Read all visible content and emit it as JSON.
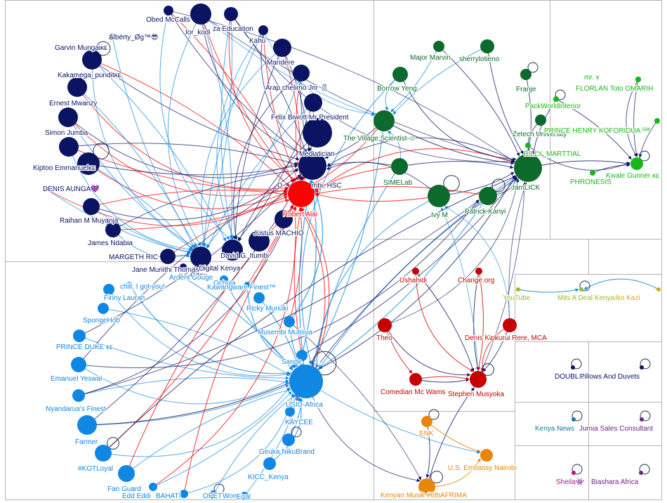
{
  "colors": {
    "navy": "#0b1462",
    "red": "#ff0000",
    "blue": "#1088e3",
    "green": "#0c6b2c",
    "lime": "#19b719",
    "darkred": "#c70000",
    "orange": "#e8860c",
    "teal": "#0d7aa6",
    "yellow": "#d4a90c",
    "olive": "#99bb22",
    "purple": "#6b2488",
    "magenta": "#c0157c"
  },
  "nodes": [
    {
      "id": "obed",
      "label": "Obed McCalls",
      "group": "navy"
    },
    {
      "id": "ior",
      "label": "Ior_kodi",
      "group": "navy"
    },
    {
      "id": "kenyaedu",
      "label": "za Education",
      "group": "navy"
    },
    {
      "id": "alberty",
      "label": "Älbërty_Øg™😎",
      "group": "navy"
    },
    {
      "id": "garvin",
      "label": "Garvin Mungaiᴋᴇ",
      "group": "navy"
    },
    {
      "id": "kahu",
      "label": "Kahu",
      "group": "navy"
    },
    {
      "id": "kakamega",
      "label": "Kakamega_punditᴋᴇ",
      "group": "navy"
    },
    {
      "id": "mandere",
      "label": "Mandere",
      "group": "navy"
    },
    {
      "id": "arap",
      "label": "Arap chelimo Jnr 🎗",
      "group": "navy"
    },
    {
      "id": "ernest",
      "label": "Ernest Mwanzy",
      "group": "navy"
    },
    {
      "id": "felix",
      "label": "Felix Biwott Mr President",
      "group": "navy"
    },
    {
      "id": "simon",
      "label": "Simon Jumba",
      "group": "navy"
    },
    {
      "id": "mediatician",
      "label": "Mediatician",
      "group": "navy"
    },
    {
      "id": "kiptoo",
      "label": "Kiptoo Emmanuelᴋᴇ",
      "group": "navy"
    },
    {
      "id": "itumbihsc",
      "label": "D",
      "group": "navy"
    },
    {
      "id": "itumbihsc2",
      "label": "mbi, HSC",
      "group": "navy"
    },
    {
      "id": "denis",
      "label": "DENIS AUNGA💜",
      "group": "navy"
    },
    {
      "id": "robert",
      "label": "Robert Alai",
      "group": "red"
    },
    {
      "id": "raihan",
      "label": "Raihan M Muyanja",
      "group": "navy"
    },
    {
      "id": "justus",
      "label": "Justus MACHIO",
      "group": "navy"
    },
    {
      "id": "james",
      "label": "James Ndabia",
      "group": "navy"
    },
    {
      "id": "david",
      "label": "David G. Itumbi",
      "group": "navy"
    },
    {
      "id": "margeth",
      "label": "MARGETH RIC",
      "group": "navy"
    },
    {
      "id": "ictdigital",
      "label": "o Digital Kenya",
      "group": "navy"
    },
    {
      "id": "jane",
      "label": "Jane Muriithi Thomas",
      "group": "navy"
    },
    {
      "id": "gitau",
      "label": "Gitau",
      "group": "navy"
    },
    {
      "id": "major",
      "label": "Major Marvin",
      "group": "green"
    },
    {
      "id": "sherry",
      "label": "sherrylotieno",
      "group": "green"
    },
    {
      "id": "borrow",
      "label": "Borrow Yeng",
      "group": "green"
    },
    {
      "id": "franje",
      "label": "Franje",
      "group": "green"
    },
    {
      "id": "villagesci",
      "label": "The Village Scientist ☺",
      "group": "green"
    },
    {
      "id": "zetech",
      "label": "Zetech University",
      "group": "green"
    },
    {
      "id": "jamlick",
      "label": "JamLICK",
      "group": "green"
    },
    {
      "id": "simelab",
      "label": "SIMELab",
      "group": "green"
    },
    {
      "id": "ivym",
      "label": "Ivy M",
      "group": "green"
    },
    {
      "id": "patrick",
      "label": "Patrick Kanyi",
      "group": "green"
    },
    {
      "id": "mrx",
      "label": "mr. x",
      "group": "lime"
    },
    {
      "id": "florian",
      "label": "FLORLAN Toto OMARIH",
      "group": "lime"
    },
    {
      "id": "packworld",
      "label": "PackWorldInterior",
      "group": "lime"
    },
    {
      "id": "prince_henry",
      "label": "PRINCE HENRY KOFORIDUA ᴳᵂ",
      "group": "lime"
    },
    {
      "id": "billy",
      "label": "BILLY_MARTTIAL",
      "group": "lime"
    },
    {
      "id": "kwale",
      "label": "Kwale Gunner ᴋᴇ",
      "group": "lime"
    },
    {
      "id": "phronesis",
      "label": "PHRONESIS",
      "group": "lime"
    },
    {
      "id": "ushahidi",
      "label": "Ushahidi",
      "group": "darkred"
    },
    {
      "id": "changeorg",
      "label": "Change.org",
      "group": "darkred"
    },
    {
      "id": "theo",
      "label": "Theo",
      "group": "darkred"
    },
    {
      "id": "denisk",
      "label": "Denis Kipkurui Rere, MCA",
      "group": "darkred"
    },
    {
      "id": "comedian",
      "label": "Comedian Mc Wams",
      "group": "darkred"
    },
    {
      "id": "stephen",
      "label": "Stephen Musyoka",
      "group": "darkred"
    },
    {
      "id": "enk",
      "label": "ENK",
      "group": "orange"
    },
    {
      "id": "usembassy",
      "label": "U.S. Embassy Nairobi",
      "group": "orange"
    },
    {
      "id": "kenyanmusik",
      "label": "Kenyan Musik #6thAFRIMA",
      "group": "orange"
    },
    {
      "id": "ardent",
      "label": "Ardent Gouge",
      "group": "blue"
    },
    {
      "id": "ochola",
      "label": "Ochola",
      "group": "blue"
    },
    {
      "id": "chill",
      "label": "chill, I got you!",
      "group": "blue"
    },
    {
      "id": "kawangware",
      "label": "Kawangware Finest™",
      "group": "blue"
    },
    {
      "id": "finny",
      "label": "Finny Laurah",
      "group": "blue"
    },
    {
      "id": "ricky",
      "label": "Ricky Muriuki",
      "group": "blue"
    },
    {
      "id": "spongehob",
      "label": "SpongeHob",
      "group": "blue"
    },
    {
      "id": "musembi",
      "label": "Musembi Mutisya",
      "group": "blue"
    },
    {
      "id": "princeduke",
      "label": "PRINCE DUKE ᴋᴇ",
      "group": "blue"
    },
    {
      "id": "sande",
      "label": "Sande",
      "group": "blue"
    },
    {
      "id": "sande_j",
      "label": "J.",
      "group": "blue"
    },
    {
      "id": "emanuel",
      "label": "Emanuel Yeswal",
      "group": "blue"
    },
    {
      "id": "usiuafrica",
      "label": "USIU-Africa",
      "group": "blue"
    },
    {
      "id": "nyandarua",
      "label": "Nyandarua's Finest",
      "group": "blue"
    },
    {
      "id": "kaycee",
      "label": "KAYCEE",
      "group": "blue"
    },
    {
      "id": "farmer",
      "label": "Farmer",
      "group": "blue"
    },
    {
      "id": "geuka",
      "label": "Geuka NikuBrand",
      "group": "blue"
    },
    {
      "id": "kotloyal",
      "label": "#KOTLoyal",
      "group": "blue"
    },
    {
      "id": "kicc",
      "label": "KICC_Kenya",
      "group": "blue"
    },
    {
      "id": "fanguard",
      "label": "Fan Guard",
      "group": "blue"
    },
    {
      "id": "eddeddi",
      "label": "Edd Eddi",
      "group": "blue"
    },
    {
      "id": "bahati",
      "label": "BAHATI",
      "group": "blue"
    },
    {
      "id": "opetu",
      "label": "OPETU",
      "group": "blue"
    },
    {
      "id": "woma",
      "label": "Woma",
      "group": "blue"
    },
    {
      "id": "egal",
      "label": "Egal",
      "group": "blue"
    },
    {
      "id": "youtube",
      "label": "YouTube",
      "group": "olive"
    },
    {
      "id": "mitsadeal",
      "label": "Mits A Deal Kenya",
      "group": "olive"
    },
    {
      "id": "ikokazi",
      "label": "Iko Kazi",
      "group": "yellow"
    },
    {
      "id": "doublej",
      "label": "DOUBLE J",
      "group": "navy"
    },
    {
      "id": "pillows",
      "label": "Pillows And Duvets",
      "group": "navy"
    },
    {
      "id": "kenyanews",
      "label": "Kenya News",
      "group": "teal"
    },
    {
      "id": "jumia",
      "label": "Jumia Sales Consultant",
      "group": "purple"
    },
    {
      "id": "sheila",
      "label": "Sheila👾",
      "group": "magenta"
    },
    {
      "id": "biashara",
      "label": "Biashara Africa",
      "group": "purple"
    }
  ]
}
